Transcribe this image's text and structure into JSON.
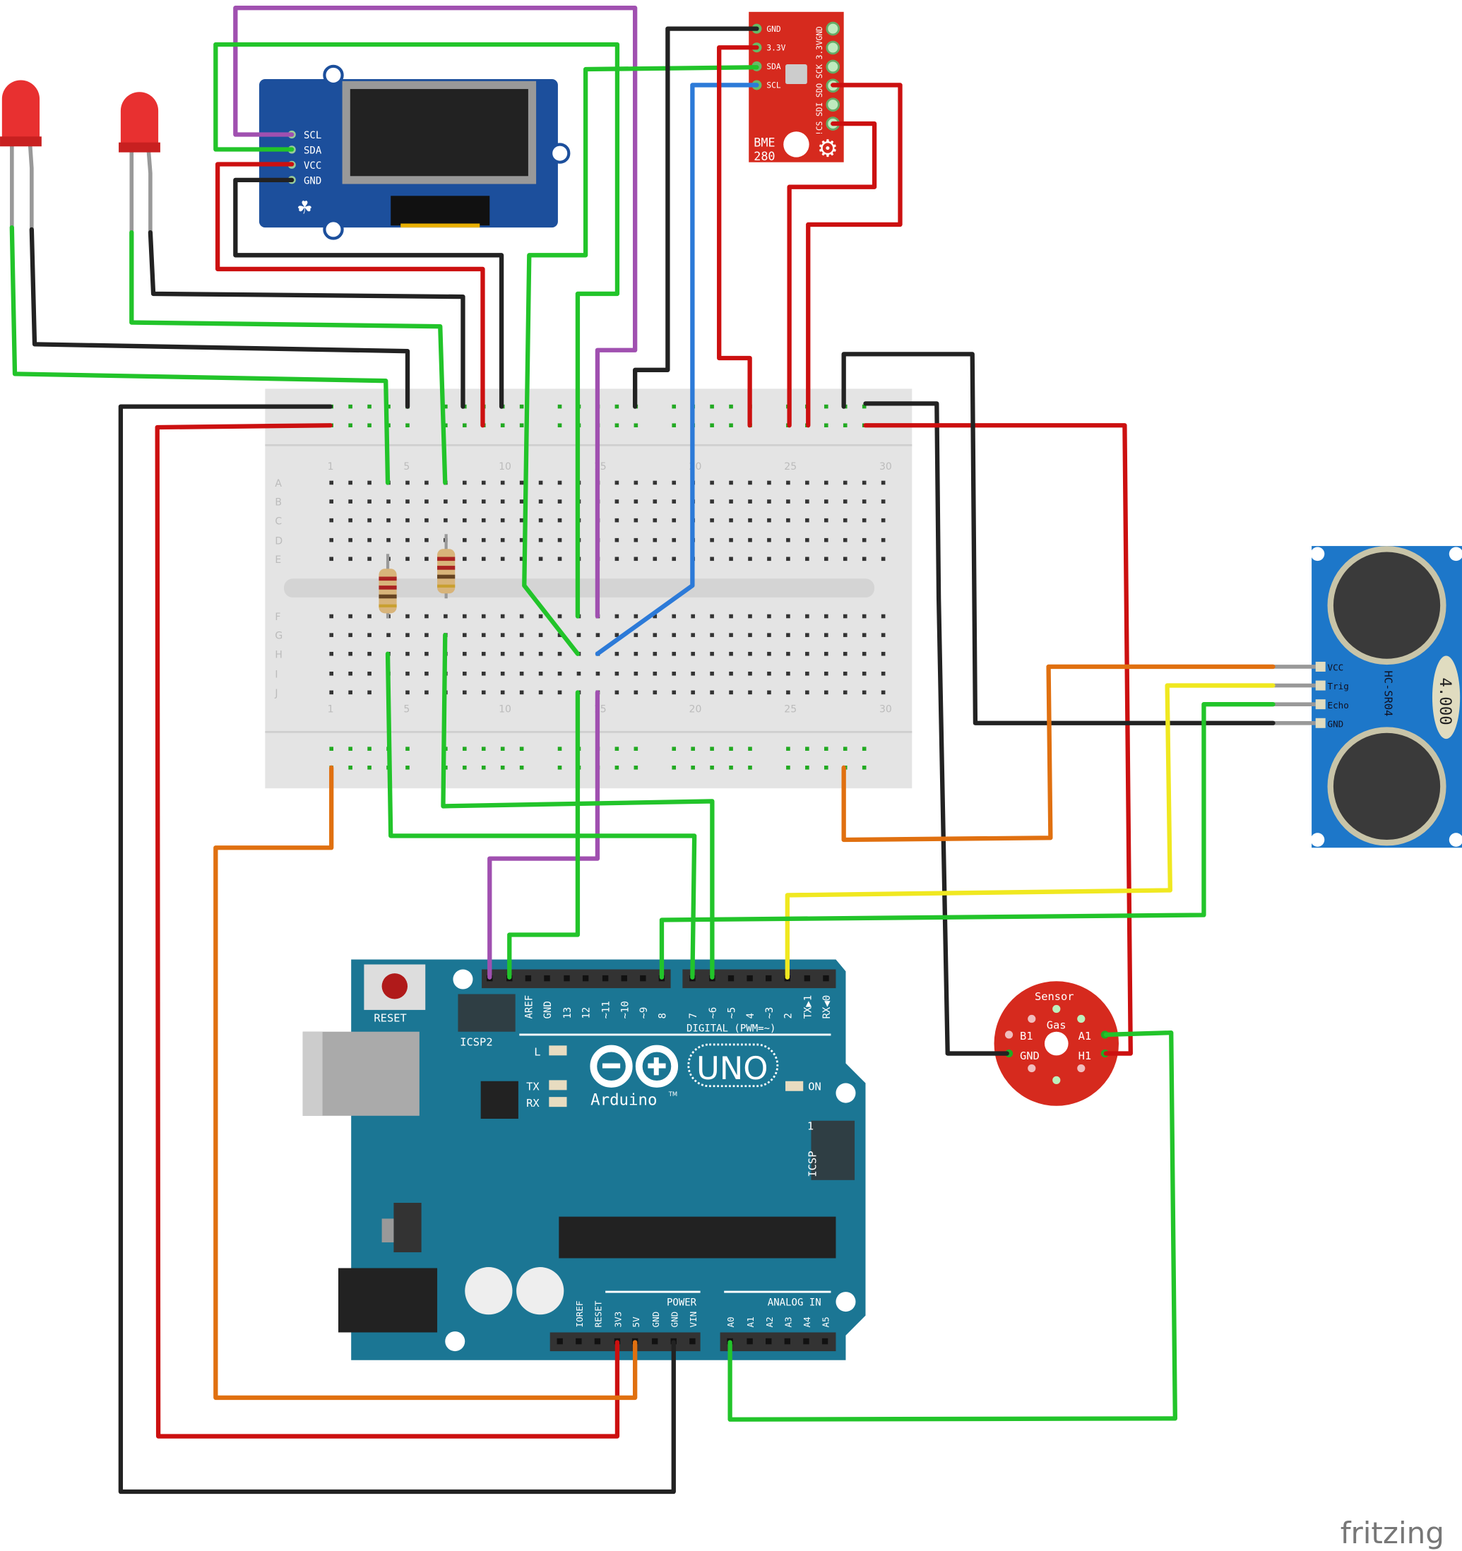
{
  "colors": {
    "wire_red": "#cc1010",
    "wire_black": "#222222",
    "wire_green": "#22c42a",
    "wire_blue": "#2c7ad8",
    "wire_purple": "#a050b0",
    "wire_orange": "#e07010",
    "wire_yellow": "#f0e820",
    "arduino": "#1b7694",
    "bme": "#d62a1e",
    "hcsr04": "#1d77c9",
    "oled": "#1c4f9c"
  },
  "oled": {
    "pins": [
      "SCL",
      "SDA",
      "VCC",
      "GND"
    ]
  },
  "bme280": {
    "left_pins": [
      "GND",
      "3.3V",
      "SDA",
      "SCL"
    ],
    "right_pins": [
      "GND",
      "3.3V",
      "SCK",
      "SDO",
      "SDI",
      "!CS"
    ],
    "name_line1": "BME",
    "name_line2": "280"
  },
  "breadboard": {
    "rows_top": [
      "A",
      "B",
      "C",
      "D",
      "E"
    ],
    "rows_bottom": [
      "F",
      "G",
      "H",
      "I",
      "J"
    ],
    "col_numbers": [
      "1",
      "5",
      "10",
      "15",
      "20",
      "25",
      "30"
    ]
  },
  "hcsr04": {
    "pins": [
      "VCC",
      "Trig",
      "Echo",
      "GND"
    ],
    "name": "HC-SR04",
    "crystal": "4.000"
  },
  "gas_sensor": {
    "title": "Sensor",
    "subtitle": "Gas",
    "pins_left": [
      "B1",
      "GND"
    ],
    "pins_right": [
      "A1",
      "H1"
    ]
  },
  "arduino": {
    "reset": "RESET",
    "icsp2": "ICSP2",
    "icsp": "ICSP",
    "icsp_pin1": "1",
    "digital_pins": [
      "AREF",
      "GND",
      "13",
      "12",
      "~11",
      "~10",
      "~9",
      "8",
      "7",
      "~6",
      "~5",
      "4",
      "~3",
      "2",
      "TX▶1",
      "RX◀0"
    ],
    "digital_label": "DIGITAL (PWM=~)",
    "led_l": "L",
    "led_tx": "TX",
    "led_rx": "RX",
    "led_on": "ON",
    "brand": "Arduino",
    "tm": "TM",
    "model": "UNO",
    "power_pins": [
      "IOREF",
      "RESET",
      "3V3",
      "5V",
      "GND",
      "GND",
      "VIN"
    ],
    "power_label": "POWER",
    "analog_pins": [
      "A0",
      "A1",
      "A2",
      "A3",
      "A4",
      "A5"
    ],
    "analog_label": "ANALOG IN"
  },
  "watermark": "fritzing"
}
